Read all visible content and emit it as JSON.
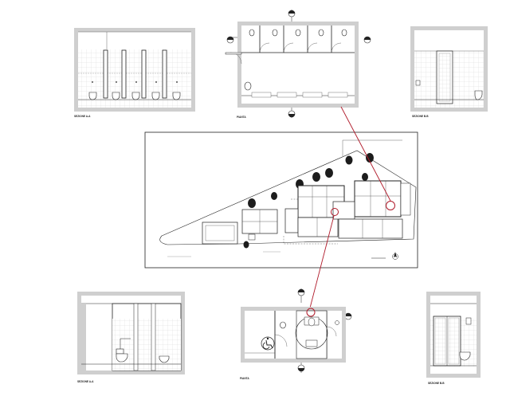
{
  "labels": {
    "top_left": "SEZIONE A-A",
    "top_center": "PIANTA",
    "top_right": "SEZIONE B-B",
    "bottom_left": "SEZIONE A-A",
    "bottom_center": "PIANTA",
    "bottom_right": "SEZIONE B-B"
  },
  "colors": {
    "callout": "#b01a2a",
    "line": "#222222",
    "tile": "#bbbbbb",
    "tree": "#1c1c1c"
  },
  "icons": {
    "wheelchair": "wheelchair-icon",
    "north_arrow": "north-arrow-icon"
  }
}
